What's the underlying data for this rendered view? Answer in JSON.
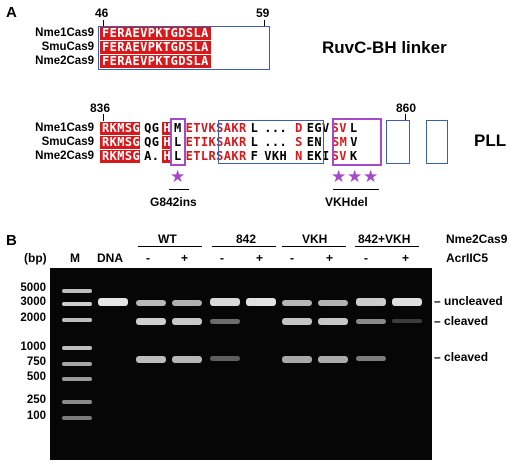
{
  "panel_a": {
    "label": "A",
    "ruvc": {
      "start_num": "46",
      "end_num": "59",
      "rows": [
        {
          "name": "Nme1Cas9",
          "seq": "FERAEVPKTGDSLA"
        },
        {
          "name": "SmuCas9",
          "seq": "FERAEVPKTGDSLA"
        },
        {
          "name": "Nme2Cas9",
          "seq": "FERAEVPKTGDSLA"
        }
      ],
      "title": "RuvC-BH linker"
    },
    "pll": {
      "start_num": "836",
      "end_num": "860",
      "rows": [
        {
          "name": "Nme1Cas9",
          "s1": "RKMSG",
          "s2": "Q",
          "s3": "G",
          "s4": "H",
          "s5": "M",
          "s6": "ETVKSAKR",
          "s7": "L",
          "s8": "...",
          "s9": "D",
          "s10": "EGV",
          "s11": "SV",
          "s12": "L"
        },
        {
          "name": "SmuCas9",
          "s1": "RKMSG",
          "s2": "Q",
          "s3": "G",
          "s4": "H",
          "s5": "L",
          "s6": "ETIKSAKR",
          "s7": "L",
          "s8": "...",
          "s9": "S",
          "s10": "EN",
          "s11": "SM",
          "s12": "V"
        },
        {
          "name": "Nme2Cas9",
          "s1": "RKMSG",
          "s2": "A",
          "s3": ".",
          "s4": "H",
          "s5": "L",
          "s6": "ETLRSAKR",
          "s7": "F",
          "s8": "VKH",
          "s9": "N",
          "s10": "EKI",
          "s11": "SV",
          "s12": "K"
        }
      ],
      "title": "PLL",
      "mut1": "G842ins",
      "mut2": "VKHdel"
    }
  },
  "panel_b": {
    "label": "B",
    "bp_label": "(bp)",
    "marker_lane": "M",
    "dna_lane": "DNA",
    "groups": [
      "WT",
      "842",
      "VKH",
      "842+VKH"
    ],
    "signs": [
      "-",
      "+",
      "-",
      "+",
      "-",
      "+",
      "-",
      "+"
    ],
    "protein": "Nme2Cas9",
    "inhibitor": "AcrIIC5",
    "marker_sizes": [
      "5000",
      "3000",
      "2000",
      "1000",
      "750",
      "500",
      "250",
      "100"
    ],
    "band_labels": [
      "uncleaved",
      "cleaved",
      "cleaved"
    ]
  },
  "colors": {
    "red": "#d7191c",
    "purple": "#a64ac9",
    "blue": "#3b5fb0"
  }
}
